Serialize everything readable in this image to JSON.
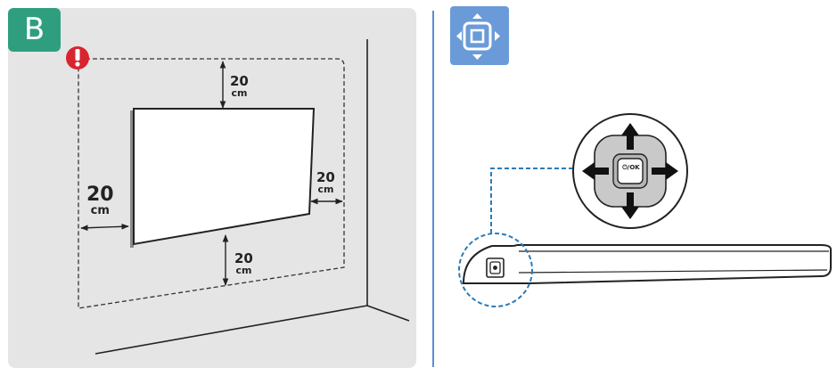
{
  "left_panel": {
    "badge_label": "B",
    "background_color": "#e5e5e5",
    "badge_color": "#2f9e7f",
    "warning_color": "#d9242f",
    "clearances": {
      "top": {
        "value": "20",
        "unit": "cm"
      },
      "bottom": {
        "value": "20",
        "unit": "cm"
      },
      "right": {
        "value": "20",
        "unit": "cm"
      },
      "left": {
        "value": "20",
        "unit": "cm"
      }
    }
  },
  "right_panel": {
    "icon": "joystick-target-icon",
    "icon_bg_color": "#6a9bd8",
    "divider_color": "#5b8ed0",
    "callout_color": "#2a7bb8",
    "control_button_label": "⏻/OK"
  }
}
